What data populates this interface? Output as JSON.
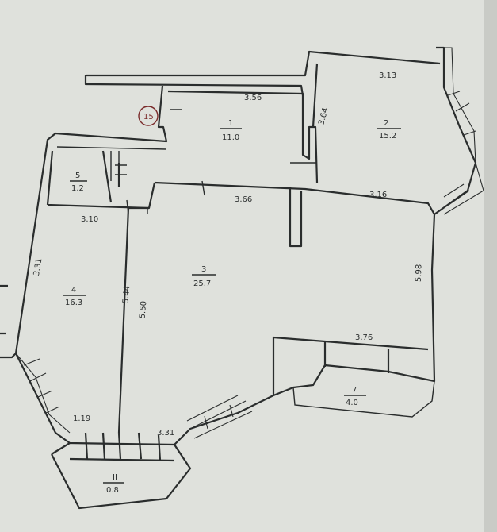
{
  "stamp": {
    "number": "15"
  },
  "rooms": [
    {
      "no": "1",
      "area": "11.0"
    },
    {
      "no": "2",
      "area": "15.2"
    },
    {
      "no": "3",
      "area": "25.7"
    },
    {
      "no": "4",
      "area": "16.3"
    },
    {
      "no": "5",
      "area": "1.2"
    },
    {
      "no": "7",
      "area": "4.0"
    },
    {
      "no": "II",
      "area": "0.8"
    }
  ],
  "dimensions": {
    "d_356": "3.56",
    "d_313": "3.13",
    "d_364": "3.64",
    "d_366": "3.66",
    "d_316": "3.16",
    "d_310": "3.10",
    "d_331": "3.31",
    "d_550": "5.50",
    "d_544": "5.44",
    "d_598": "5.98",
    "d_376": "3.76",
    "d_119": "1.19",
    "d_331b": "3.31"
  }
}
